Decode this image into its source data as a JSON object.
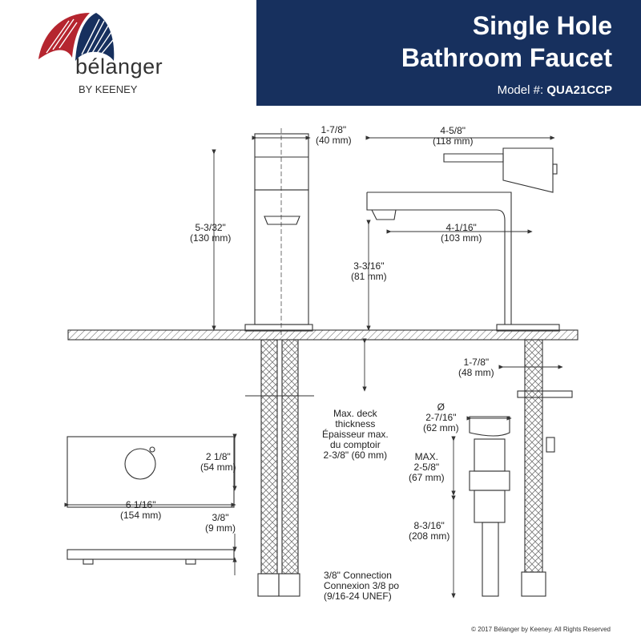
{
  "header": {
    "title_line1": "Single Hole",
    "title_line2": "Bathroom Faucet",
    "model_label": "Model #:",
    "model_number": "QUA21CCP",
    "bg_color": "#17305e"
  },
  "brand": {
    "name": "bélanger",
    "sub": "BY KEENEY",
    "logo_colors": [
      "#b5252f",
      "#17305e"
    ]
  },
  "dimensions": {
    "base_width": [
      "1-7/8\"",
      "(40 mm)"
    ],
    "faucet_height": [
      "5-3/32\"",
      "(130 mm)"
    ],
    "reach": [
      "4-5/8\"",
      "(118 mm)"
    ],
    "spout_reach": [
      "4-1/16\"",
      "(103 mm)"
    ],
    "spout_height": [
      "3-3/16\"",
      "(81 mm)"
    ],
    "shank": [
      "1-7/8\"",
      "(48 mm)"
    ],
    "deck": [
      "Max. deck",
      "thickness",
      "Épaisseur max.",
      "du comptoir",
      "2-3/8\" (60 mm)"
    ],
    "drain_dia": [
      "Ø",
      "2-7/16\"",
      "(62 mm)"
    ],
    "drain_max": [
      "MAX.",
      "2-5/8\"",
      "(67 mm)"
    ],
    "drain_len": [
      "8-3/16\"",
      "(208 mm)"
    ],
    "plate_h": [
      "2 1/8\"",
      "(54 mm)"
    ],
    "plate_w": [
      "6 1/16\"",
      "(154 mm)"
    ],
    "plate_t": [
      "3/8\"",
      "(9 mm)"
    ],
    "connection": [
      "3/8\" Connection",
      "Connexion 3/8 po",
      "(9/16-24 UNEF)"
    ]
  },
  "footer": {
    "copyright": "© 2017 Bélanger by Keeney. All Rights Reserved"
  }
}
